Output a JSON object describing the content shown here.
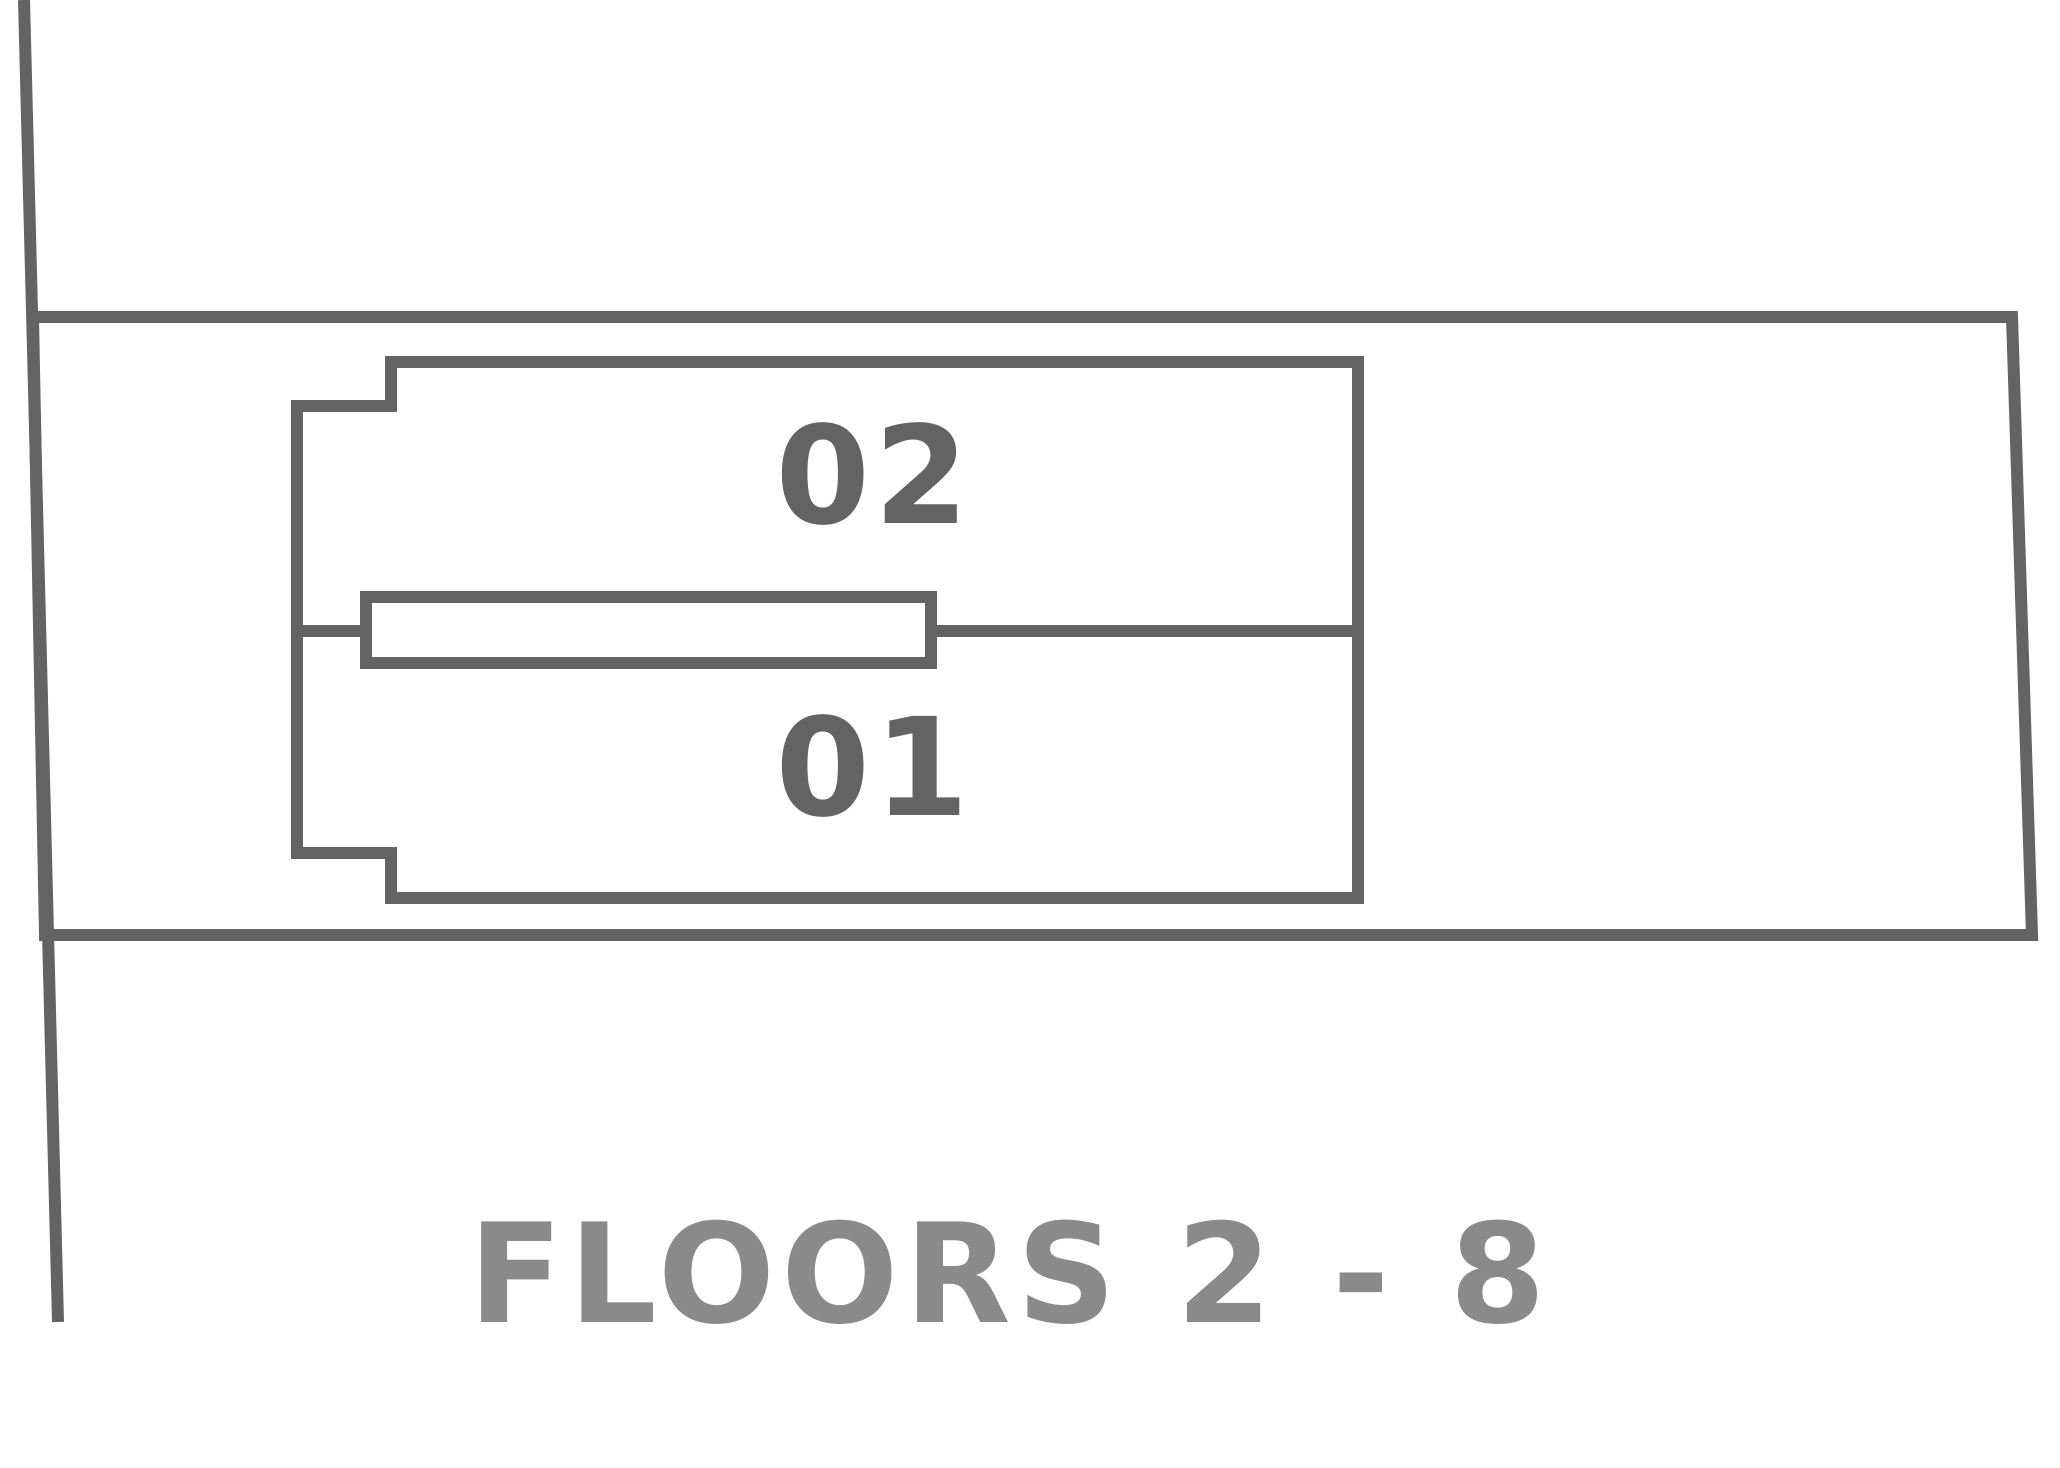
{
  "colors": {
    "background": "#ffffff",
    "outline": "#636363",
    "unit_text": "#636363",
    "caption_text": "#8a8a8a"
  },
  "units": [
    {
      "id": "02",
      "label": "02"
    },
    {
      "id": "01",
      "label": "01"
    }
  ],
  "caption": {
    "text": "FLOORS 2 - 8"
  }
}
